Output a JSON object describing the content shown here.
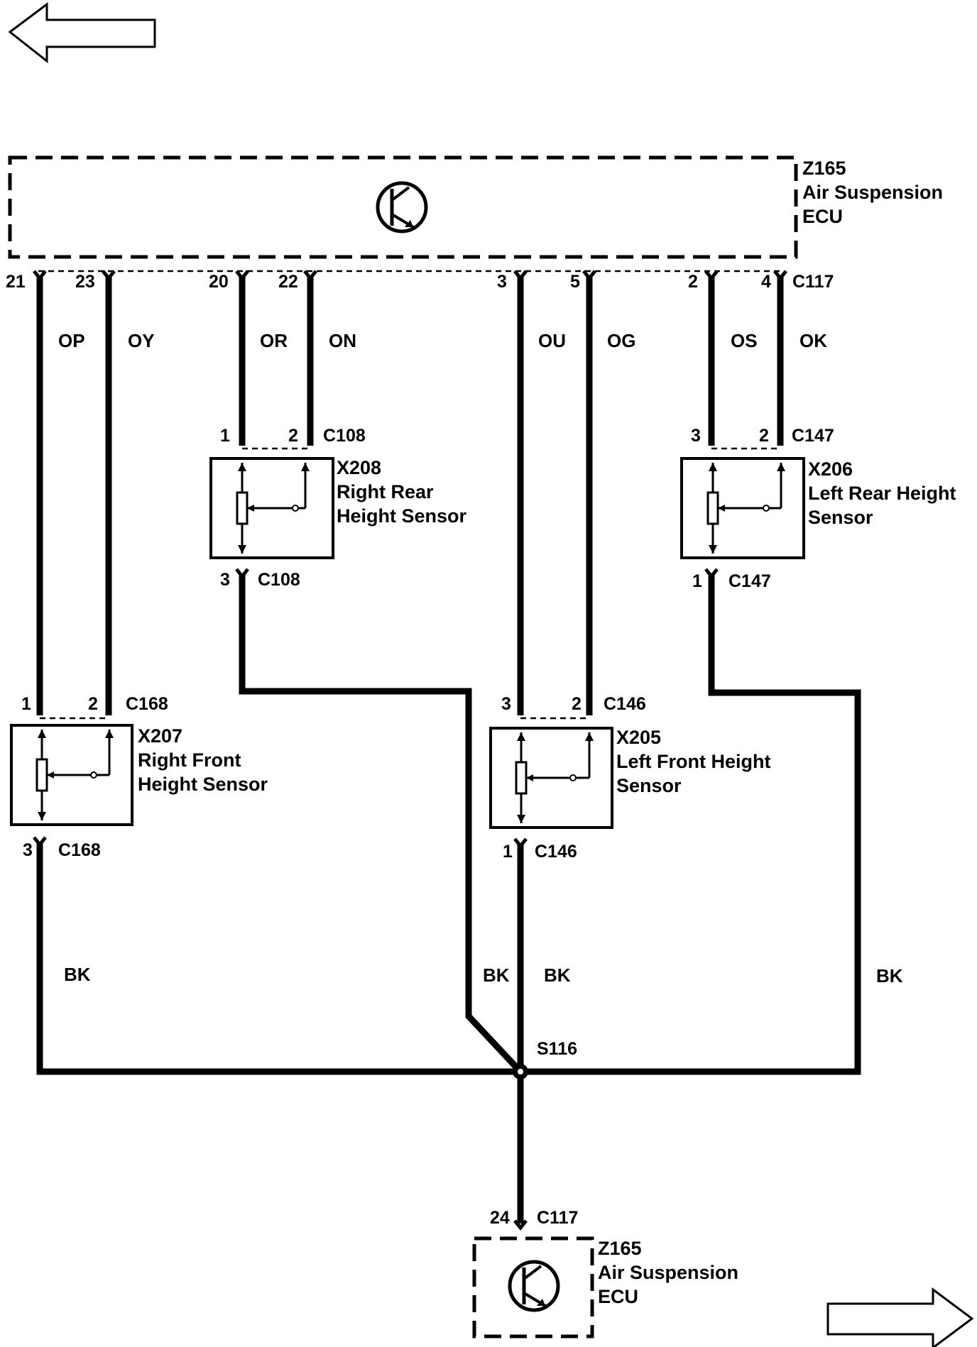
{
  "navigation": {
    "prev_icon": "arrow-left-icon",
    "next_icon": "arrow-right-icon"
  },
  "ecu": {
    "id": "Z165",
    "line1": "Air Suspension",
    "line2": "ECU",
    "connector": "C117",
    "pins": [
      "21",
      "23",
      "20",
      "22",
      "3",
      "5",
      "2",
      "4"
    ],
    "ground_pin": "24",
    "icon": "transistor-icon"
  },
  "wires": {
    "op": "OP",
    "oy": "OY",
    "or": "OR",
    "on": "ON",
    "ou": "OU",
    "og": "OG",
    "os": "OS",
    "ok": "OK",
    "bk": "BK"
  },
  "sensors": {
    "x207": {
      "id": "X207",
      "line1": "Right Front",
      "line2": "Height Sensor",
      "connector": "C168",
      "pin_a": "1",
      "pin_b": "2",
      "pin_gnd": "3"
    },
    "x208": {
      "id": "X208",
      "line1": "Right Rear",
      "line2": "Height Sensor",
      "connector": "C108",
      "pin_a": "1",
      "pin_b": "2",
      "pin_gnd": "3"
    },
    "x205": {
      "id": "X205",
      "line1": "Left Front Height",
      "line2": "Sensor",
      "connector": "C146",
      "pin_a": "3",
      "pin_b": "2",
      "pin_gnd": "1"
    },
    "x206": {
      "id": "X206",
      "line1": "Left Rear Height",
      "line2": "Sensor",
      "connector": "C147",
      "pin_a": "3",
      "pin_b": "2",
      "pin_gnd": "1"
    }
  },
  "splice": "S116"
}
